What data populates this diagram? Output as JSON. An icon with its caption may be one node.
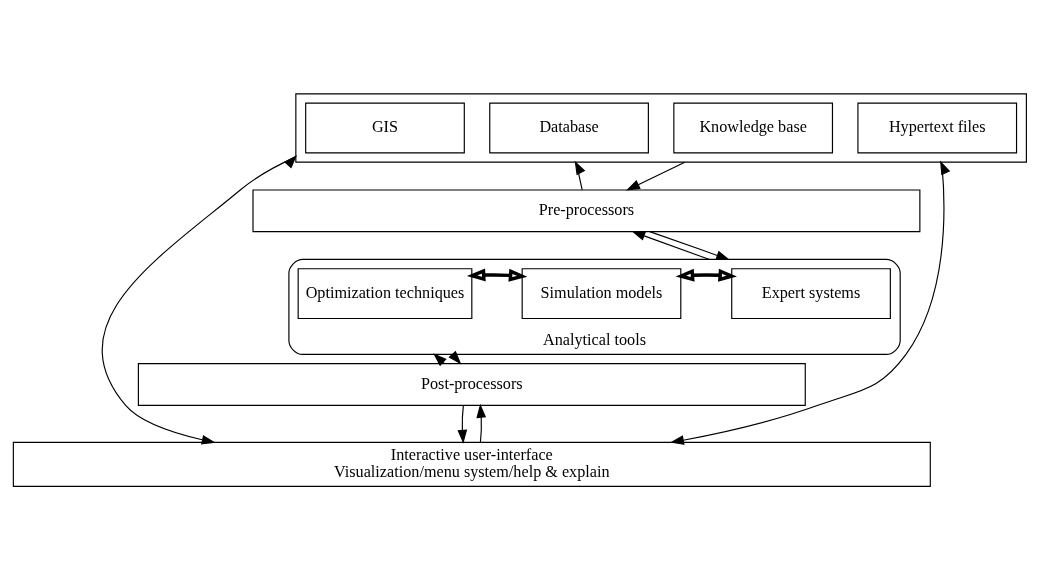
{
  "diagram": {
    "nodes": [
      {
        "text": [],
        "shape": "box"
      },
      {
        "text": [
          "GIS"
        ],
        "in": 0
      },
      {
        "text": [
          "Database"
        ],
        "in": 0
      },
      {
        "text": [
          "Knowledge base"
        ],
        "in": 0
      },
      {
        "text": [
          "Hypertext files"
        ],
        "in": 0
      },
      {
        "text": [
          "Pre-processors"
        ]
      },
      {
        "text": [
          "Analytical tools"
        ]
      },
      {
        "text": [
          "Optimization techniques"
        ],
        "in": 6
      },
      {
        "text": [
          "Simulation models"
        ],
        "in": 6
      },
      {
        "text": [
          "Expert systems"
        ],
        "in": 6
      },
      {
        "text": [
          "Post-processors"
        ]
      },
      {
        "text": [
          "Interactive user-interface",
          "Visualization/menu system/help & explain"
        ]
      }
    ],
    "edges": [
      {
        "from": 0,
        "to": 11,
        "arrow": "both"
      },
      {
        "from": 5,
        "to": 0,
        "arrow": "to"
      },
      {
        "from": 0,
        "to": 5,
        "arrow": "to"
      },
      {
        "from": 0,
        "to": 11,
        "arrow": "both"
      },
      {
        "from": 6,
        "to": 5,
        "arrow": "to"
      },
      {
        "from": 5,
        "to": 6,
        "arrow": "to"
      },
      {
        "from": 7,
        "to": 8,
        "arrow": "both",
        "style": "thick"
      },
      {
        "from": 8,
        "to": 9,
        "arrow": "both",
        "style": "thick"
      },
      {
        "from": 10,
        "to": 6,
        "arrow": "to"
      },
      {
        "from": 6,
        "to": 10,
        "arrow": "to"
      },
      {
        "from": 11,
        "to": 10,
        "arrow": "to"
      },
      {
        "from": 10,
        "to": 11,
        "arrow": "to"
      }
    ]
  }
}
